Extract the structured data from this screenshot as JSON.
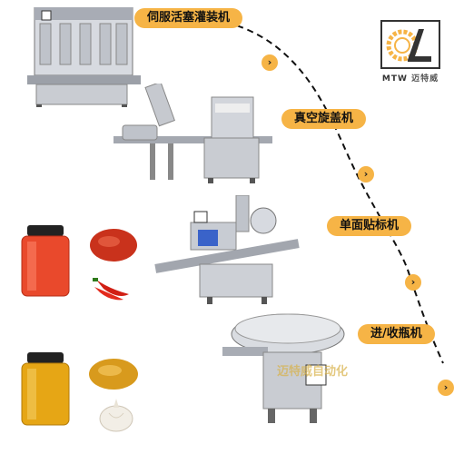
{
  "steps": [
    {
      "label": "伺服活塞灌装机"
    },
    {
      "label": "真空旋盖机"
    },
    {
      "label": "单面贴标机"
    },
    {
      "label": "进/收瓶机"
    }
  ],
  "brand": {
    "latin": "MTW",
    "chinese": "迈特威",
    "watermark": "迈特威自动化"
  },
  "colors": {
    "accent": "#f6b446",
    "dashed_path": "#111111",
    "steel": "#b8bcc4"
  },
  "icons": [
    "chevron-right-icon",
    "gear-logo-icon",
    "jar-red-sauce",
    "jar-yellow-sauce",
    "chili-pepper",
    "garlic"
  ]
}
